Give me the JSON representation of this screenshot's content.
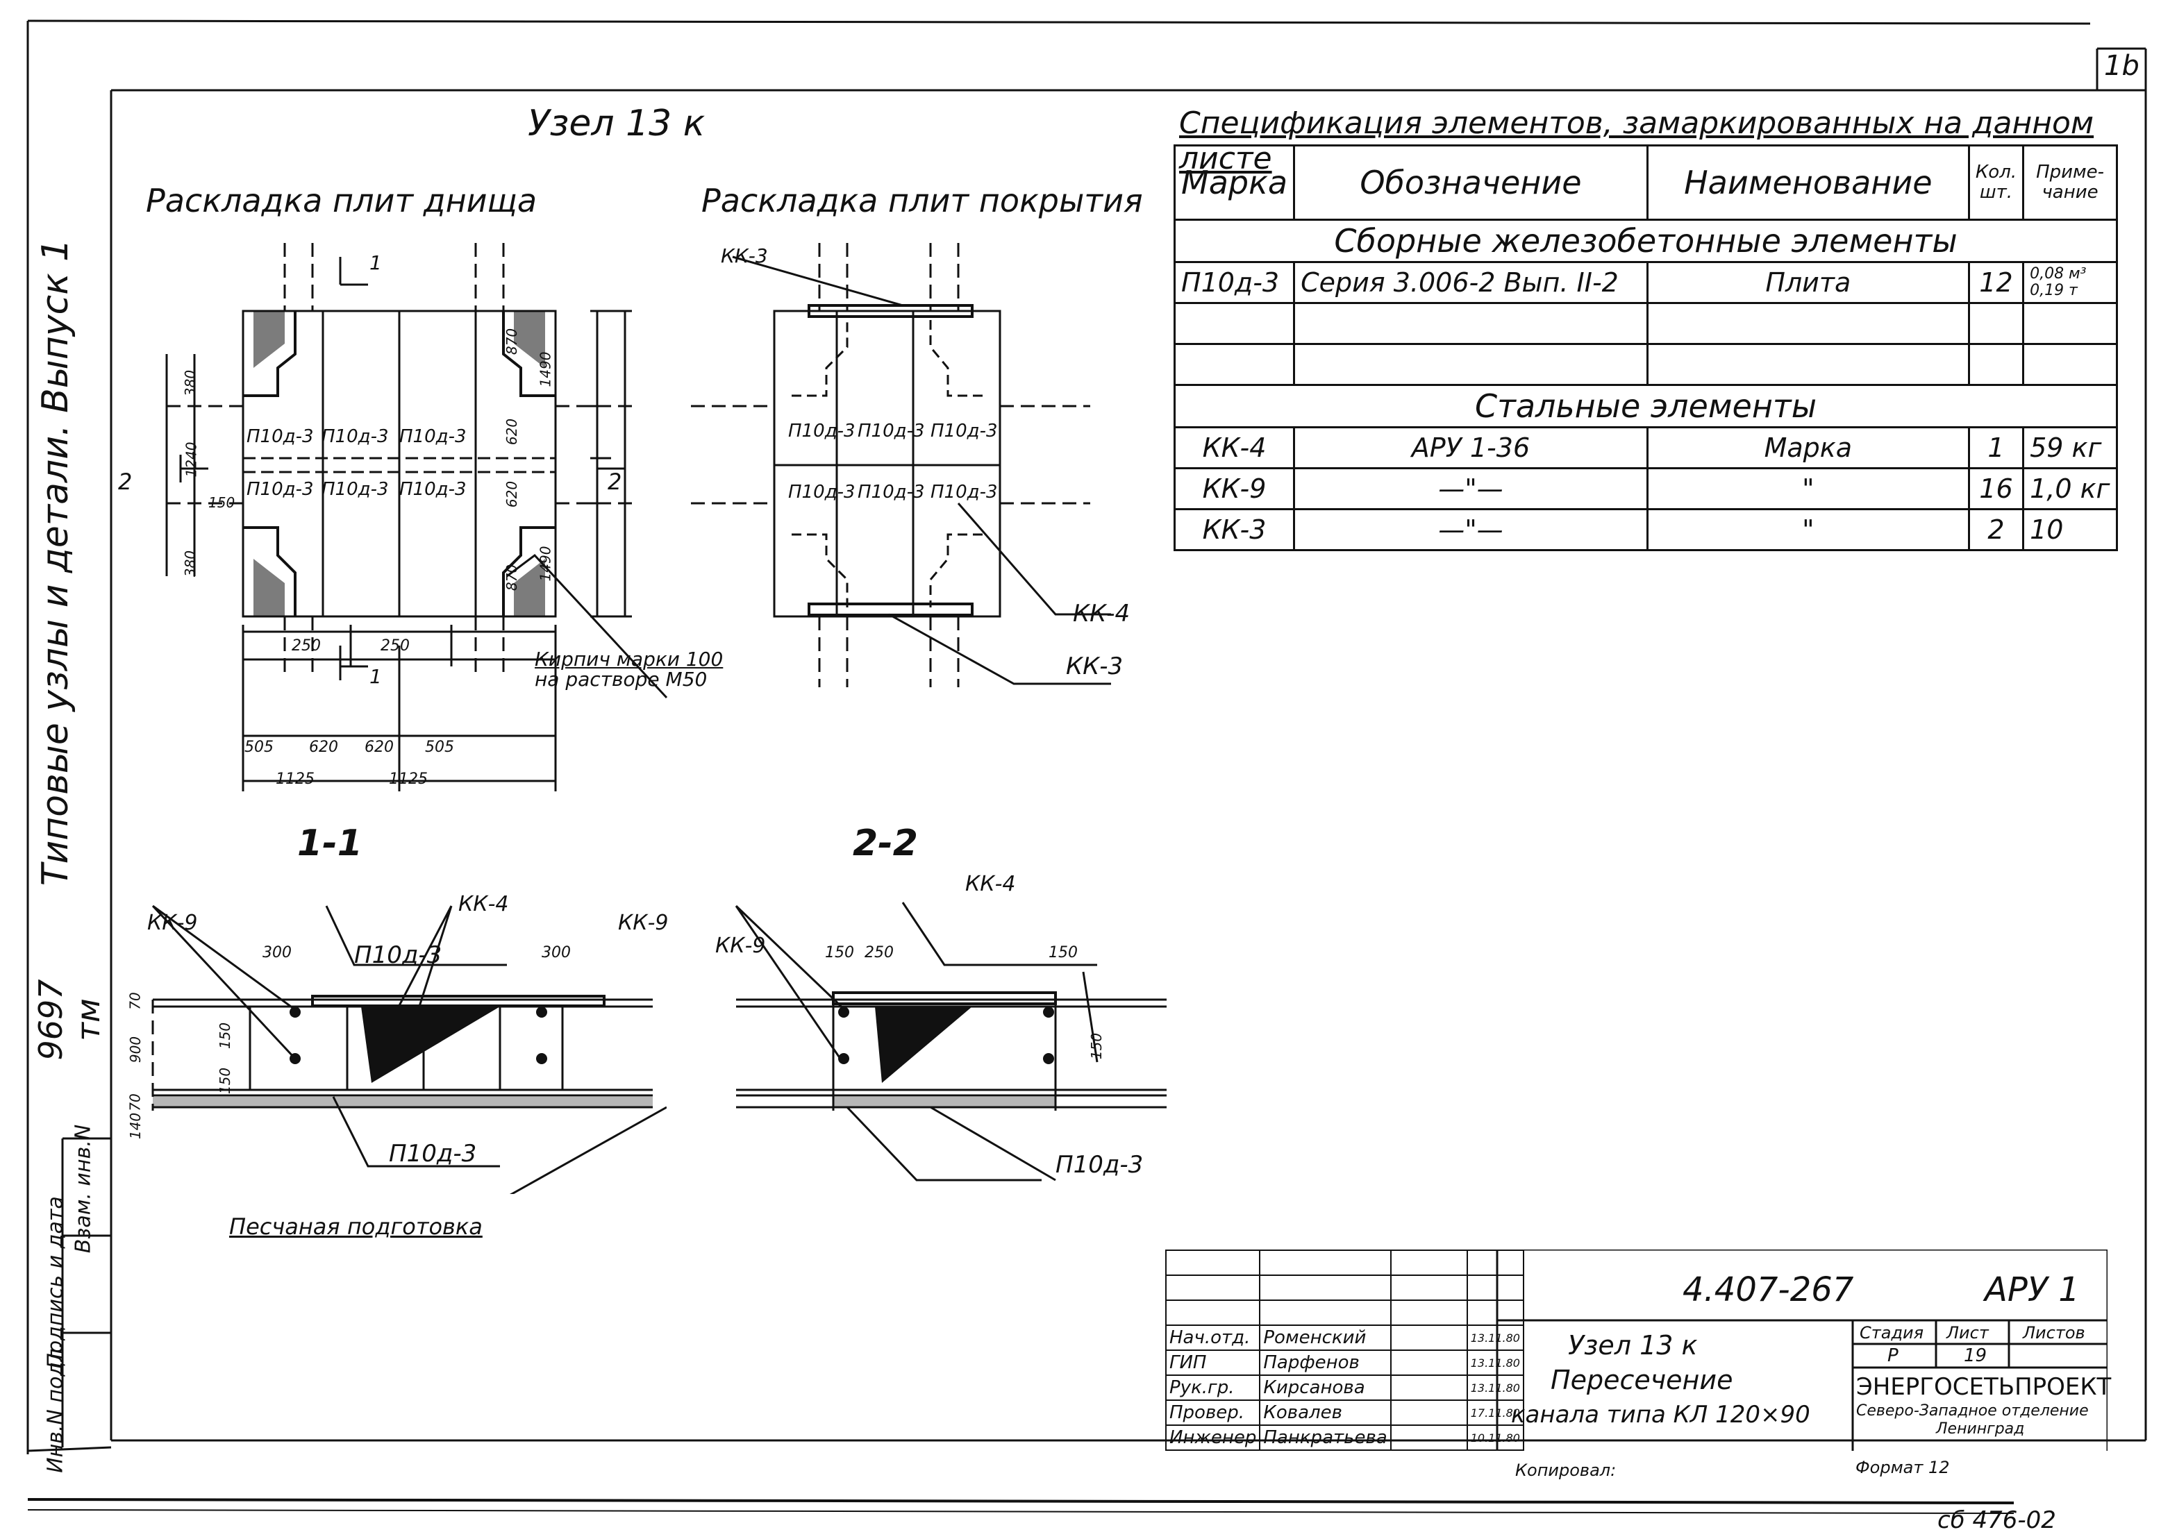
{
  "sheet_number": "1b",
  "side_text": {
    "inv_podl": "Инв.N подл.",
    "podpis_data": "Подпись и дата",
    "vzam_inv": "Взам. инв.N",
    "series": "9697 тм",
    "album": "Типовые узлы и детали. Выпуск 1"
  },
  "node_title": "Узел 13 к",
  "plan_bottom": {
    "title": "Раскладка плит днища",
    "slab_label": "П10д-3",
    "dims_top_right": [
      "870",
      "1490",
      "620"
    ],
    "dims_bottom_right": [
      "620",
      "870",
      "1490"
    ],
    "dims_left": [
      "380",
      "1240",
      "150",
      "380"
    ],
    "dims_center": [
      "250",
      "250"
    ],
    "dims_bottom_row1": [
      "505",
      "620",
      "620",
      "505"
    ],
    "dims_bottom_row2": [
      "1125",
      "1125"
    ],
    "section_mark_1": "1",
    "section_mark_2": "2",
    "brick_note_line1": "Кирпич марки 100",
    "brick_note_line2": "на растворе М50"
  },
  "plan_top": {
    "title": "Раскладка плит покрытия",
    "slab_label": "П10д-3",
    "kk3_top": "КК-3",
    "kk4": "КК-4",
    "kk3_bottom": "КК-3"
  },
  "section_1_1": {
    "title": "1-1",
    "kk9_left": "КК-9",
    "kk4": "КК-4",
    "kk9_right": "КК-9",
    "slab_top": "П10д-3",
    "slab_bottom": "П10д-3",
    "dims": [
      "300",
      "300",
      "70",
      "900",
      "70",
      "140",
      "150",
      "150"
    ]
  },
  "section_2_2": {
    "title": "2-2",
    "kk9": "КК-9",
    "kk4": "КК-4",
    "slab": "П10д-3",
    "dims": [
      "150",
      "250",
      "150",
      "150"
    ]
  },
  "sand_note": "Песчаная подготовка",
  "spec": {
    "title": "Спецификация элементов, замаркированных на данном листе",
    "headers": {
      "mark": "Марка",
      "designation": "Обозначение",
      "name": "Наименование",
      "qty": "Кол. шт.",
      "note": "Приме- чание"
    },
    "section_rc": "Сборные железобетонные элементы",
    "rc_rows": [
      {
        "mark": "П10д-3",
        "designation": "Серия 3.006-2 Вып. II-2",
        "name": "Плита",
        "qty": "12",
        "note": "0,08 м³ 0,19 т"
      }
    ],
    "section_steel": "Стальные элементы",
    "steel_rows": [
      {
        "mark": "КК-4",
        "designation": "АРУ 1-36",
        "name": "Марка",
        "qty": "1",
        "note": "59 кг"
      },
      {
        "mark": "КК-9",
        "designation": "—\"—",
        "name": "\"",
        "qty": "16",
        "note": "1,0 кг"
      },
      {
        "mark": "КК-3",
        "designation": "—\"—",
        "name": "\"",
        "qty": "2",
        "note": "10"
      }
    ]
  },
  "title_block": {
    "doc_code": "4.407-267",
    "album_code": "АРУ 1",
    "sheet_title_1": "Узел 13 к",
    "sheet_title_2": "Пересечение",
    "sheet_title_3": "канала типа КЛ 120×90",
    "roles": [
      {
        "role": "Нач.отд.",
        "name": "Роменский",
        "date": "13.11.80"
      },
      {
        "role": "ГИП",
        "name": "Парфенов",
        "date": "13.11.80"
      },
      {
        "role": "Рук.гр.",
        "name": "Кирсанова",
        "date": "13.11.80"
      },
      {
        "role": "Провер.",
        "name": "Ковалев",
        "date": "17.11.80"
      },
      {
        "role": "Инженер",
        "name": "Панкратьева",
        "date": "10.11.80"
      }
    ],
    "stage_label": "Стадия",
    "sheet_label": "Лист",
    "sheets_label": "Листов",
    "stage": "Р",
    "sheet": "19",
    "org": "ЭНЕРГОСЕТЬПРОЕКТ",
    "org_sub1": "Северо-Западное отделение",
    "org_sub2": "Ленинград",
    "copied": "Копировал:",
    "format": "Формат 12"
  },
  "archive_number": "сб 476-02"
}
